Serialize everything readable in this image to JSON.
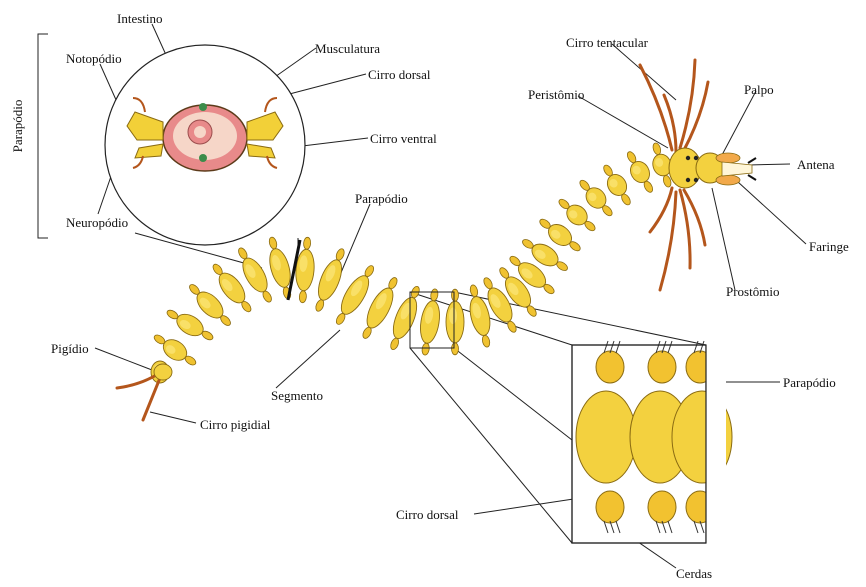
{
  "labels": {
    "intestino": "Intestino",
    "musculatura": "Musculatura",
    "notopodio": "Notopódio",
    "cirro_dorsal_top": "Cirro dorsal",
    "cirro_ventral": "Cirro ventral",
    "neuropodio": "Neuropódio",
    "parapodio_bracket": "Parapódio",
    "parapodio_body": "Parapódio",
    "cirro_tentacular": "Cirro  tentacular",
    "peristomio": "Peristômio",
    "palpo": "Palpo",
    "antena": "Antena",
    "faringe": "Faringe",
    "prostomio": "Prostômio",
    "pigidio": "Pigídio",
    "cirro_pigidial": "Cirro pigidial",
    "segmento": "Segmento",
    "parapodio_zoom": "Parapódio",
    "cirro_dorsal_zoom": "Cirro dorsal",
    "cerdas": "Cerdas"
  },
  "colors": {
    "body_fill": "#f3d13f",
    "body_light": "#fbe77a",
    "body_stroke": "#8a6b12",
    "parapod_fill": "#f0c230",
    "cirri": "#b4561c",
    "tissue_pink": "#e88a8a",
    "tissue_light": "#f6d6c8",
    "vessel_green": "#3c8c4a",
    "line": "#222222"
  }
}
